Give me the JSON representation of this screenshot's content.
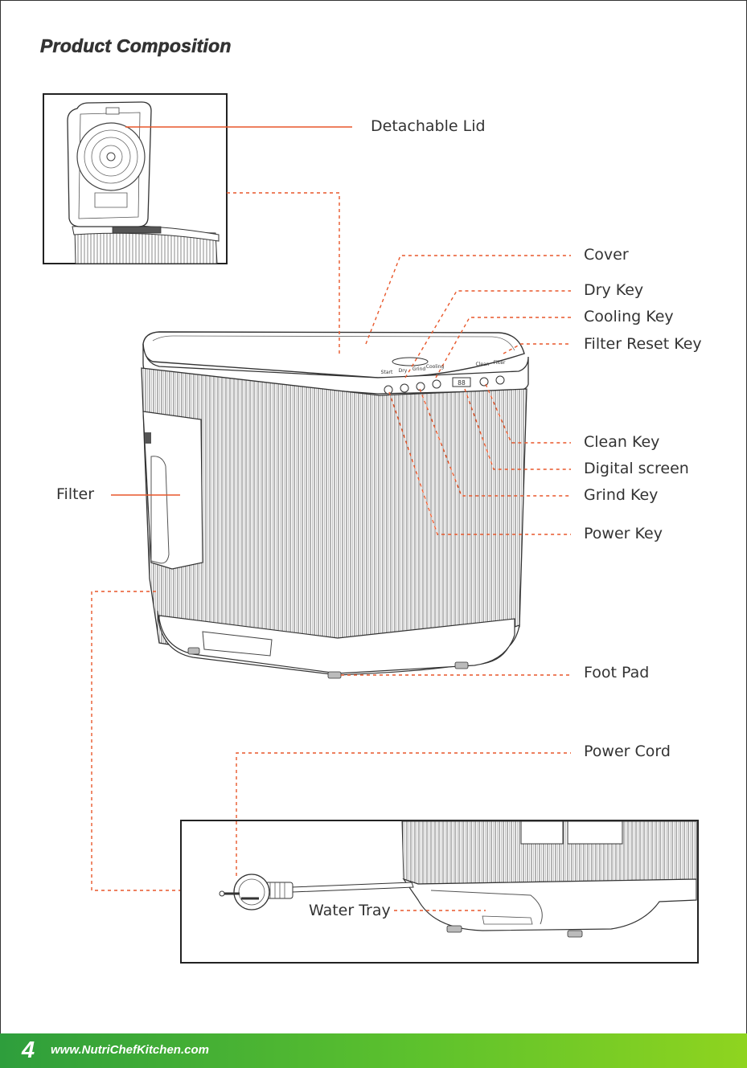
{
  "header": {
    "title": "Product Composition"
  },
  "callouts": {
    "detachable_lid": "Detachable Lid",
    "cover": "Cover",
    "dry_key": "Dry Key",
    "cooling_key": "Cooling Key",
    "filter_reset_key": "Filter Reset Key",
    "clean_key": "Clean Key",
    "digital_screen": "Digital screen",
    "grind_key": "Grind Key",
    "power_key": "Power Key",
    "filter": "Filter",
    "foot_pad": "Foot Pad",
    "power_cord": "Power Cord",
    "water_tray": "Water Tray"
  },
  "panel": {
    "key_labels": [
      "Start",
      "Dry",
      "Grind",
      "Cooling",
      "Clean",
      "Filter"
    ]
  },
  "footer": {
    "page_number": "4",
    "website": "www.NutriChefKitchen.com"
  },
  "colors": {
    "leader_line": "#e8572a",
    "footer_green_start": "#2e9e3c",
    "footer_green_end": "#8fd41f",
    "outline": "#333333"
  }
}
